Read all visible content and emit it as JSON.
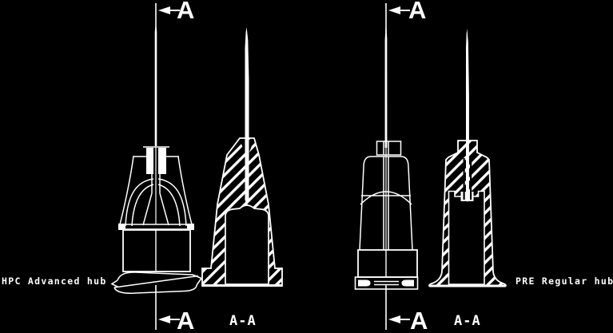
{
  "drawing": {
    "background_color": "#000000",
    "line_color": "#ffffff",
    "hpc_figure": {
      "label": "HPC Advanced hub",
      "section_view_label": "A-A",
      "cut_marker_top": "A",
      "cut_marker_bottom": "A"
    },
    "pre_figure": {
      "label": "PRE Regular hub",
      "section_view_label": "A-A",
      "cut_marker_top": "A",
      "cut_marker_bottom": "A"
    }
  }
}
